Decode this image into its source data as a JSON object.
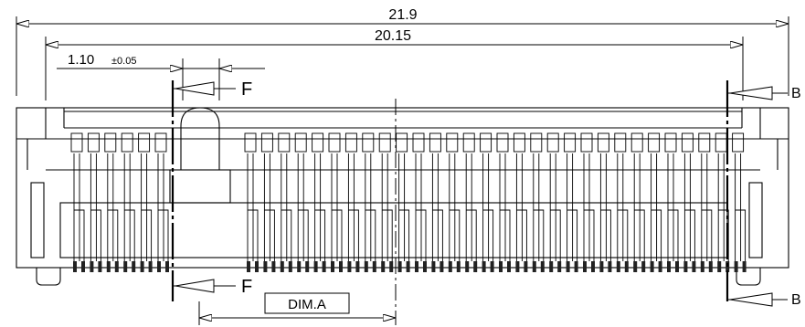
{
  "dimensions": {
    "overall_width": "21.9",
    "pitch_span": "20.15",
    "offset": "1.10",
    "offset_tolerance": "±0.05",
    "dim_a": "DIM.A"
  },
  "section_labels": {
    "left_top": "F",
    "left_bottom": "F",
    "right_top": "B",
    "right_bottom": "B"
  },
  "contacts": {
    "left_group_count": 6,
    "right_group_count": 30
  }
}
